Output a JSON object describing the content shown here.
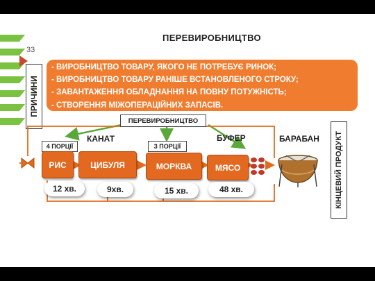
{
  "slide": {
    "page_number": "33",
    "title": "ПЕРЕВИРОБНИЦТВО",
    "reasons_label": "ПРИЧИНИ",
    "reasons": [
      "- ВИРОБНИЦТВО ТОВАРУ, ЯКОГО НЕ ПОТРЕБУЄ РИНОК;",
      "- ВИРОБНИЦТВО ТОВАРУ РАНІШЕ ВСТАНОВЛЕНОГО СТРОКУ;",
      "- ЗАВАНТАЖЕННЯ ОБЛАДНАННЯ НА ПОВНУ ПОТУЖНІСТЬ;",
      "- СТВОРЕННЯ МІЖОПЕРАЦІЙНИХ ЗАПАСІВ."
    ]
  },
  "flow": {
    "center_label": "ПЕРЕВИРОБНИЦТВО",
    "rope_label": "КАНАТ",
    "buffer_label": "БУФЕР",
    "drum_label": "БАРАБАН",
    "final_product": "КІНЦЕВИЙ ПРОДУКТ",
    "batch_left": "4 ПОРЦІЇ",
    "batch_right": "3 ПОРЦІЇ",
    "steps": [
      "РИС",
      "ЦИБУЛЯ",
      "МОРКВА",
      "МЯСО"
    ],
    "times": [
      "12 хв.",
      "9хв.",
      "15 хв.",
      "48 хв."
    ]
  },
  "colors": {
    "accent_orange": "#e2691f",
    "reasons_bg": "#f07c2f",
    "green_arrow": "#5aa83a",
    "flow_arrow": "#e06b1c"
  }
}
